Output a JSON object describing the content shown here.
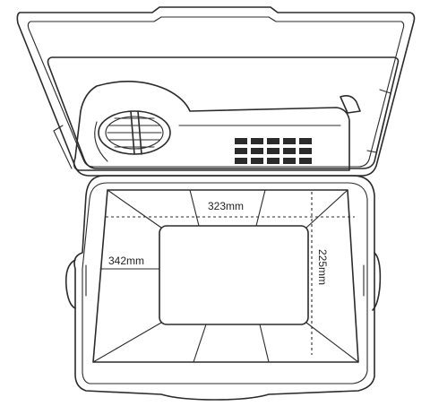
{
  "dimensions": {
    "width_label": "323mm",
    "depth_label": "342mm",
    "height_label": "225mm"
  },
  "colors": {
    "stroke": "#2b2b2b",
    "background": "#ffffff"
  },
  "icons": [
    "fan-grille-icon",
    "vent-slots-icon"
  ]
}
